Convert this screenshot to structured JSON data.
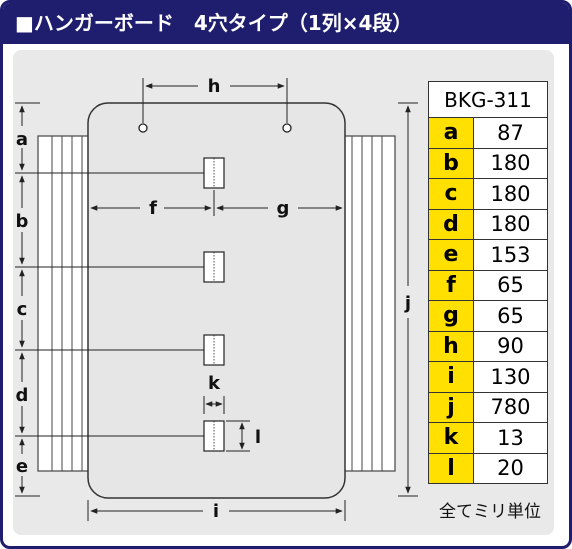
{
  "header": {
    "title": "■ハンガーボード　4穴タイプ（1列×4段）"
  },
  "diagram": {
    "labels": {
      "a": "a",
      "b": "b",
      "c": "c",
      "d": "d",
      "e": "e",
      "f": "f",
      "g": "g",
      "h": "h",
      "i": "i",
      "j": "j",
      "k": "k",
      "l": "l"
    }
  },
  "spec_table": {
    "model": "BKG-311",
    "rows": [
      {
        "key": "a",
        "value": "87"
      },
      {
        "key": "b",
        "value": "180"
      },
      {
        "key": "c",
        "value": "180"
      },
      {
        "key": "d",
        "value": "180"
      },
      {
        "key": "e",
        "value": "153"
      },
      {
        "key": "f",
        "value": "65"
      },
      {
        "key": "g",
        "value": "65"
      },
      {
        "key": "h",
        "value": "90"
      },
      {
        "key": "i",
        "value": "130"
      },
      {
        "key": "j",
        "value": "780"
      },
      {
        "key": "k",
        "value": "13"
      },
      {
        "key": "l",
        "value": "20"
      }
    ],
    "unit_note": "全てミリ単位"
  },
  "colors": {
    "navy": "#1f1d6e",
    "key_yellow": "#ffe000",
    "panel_gray": "#e9e9e9"
  }
}
